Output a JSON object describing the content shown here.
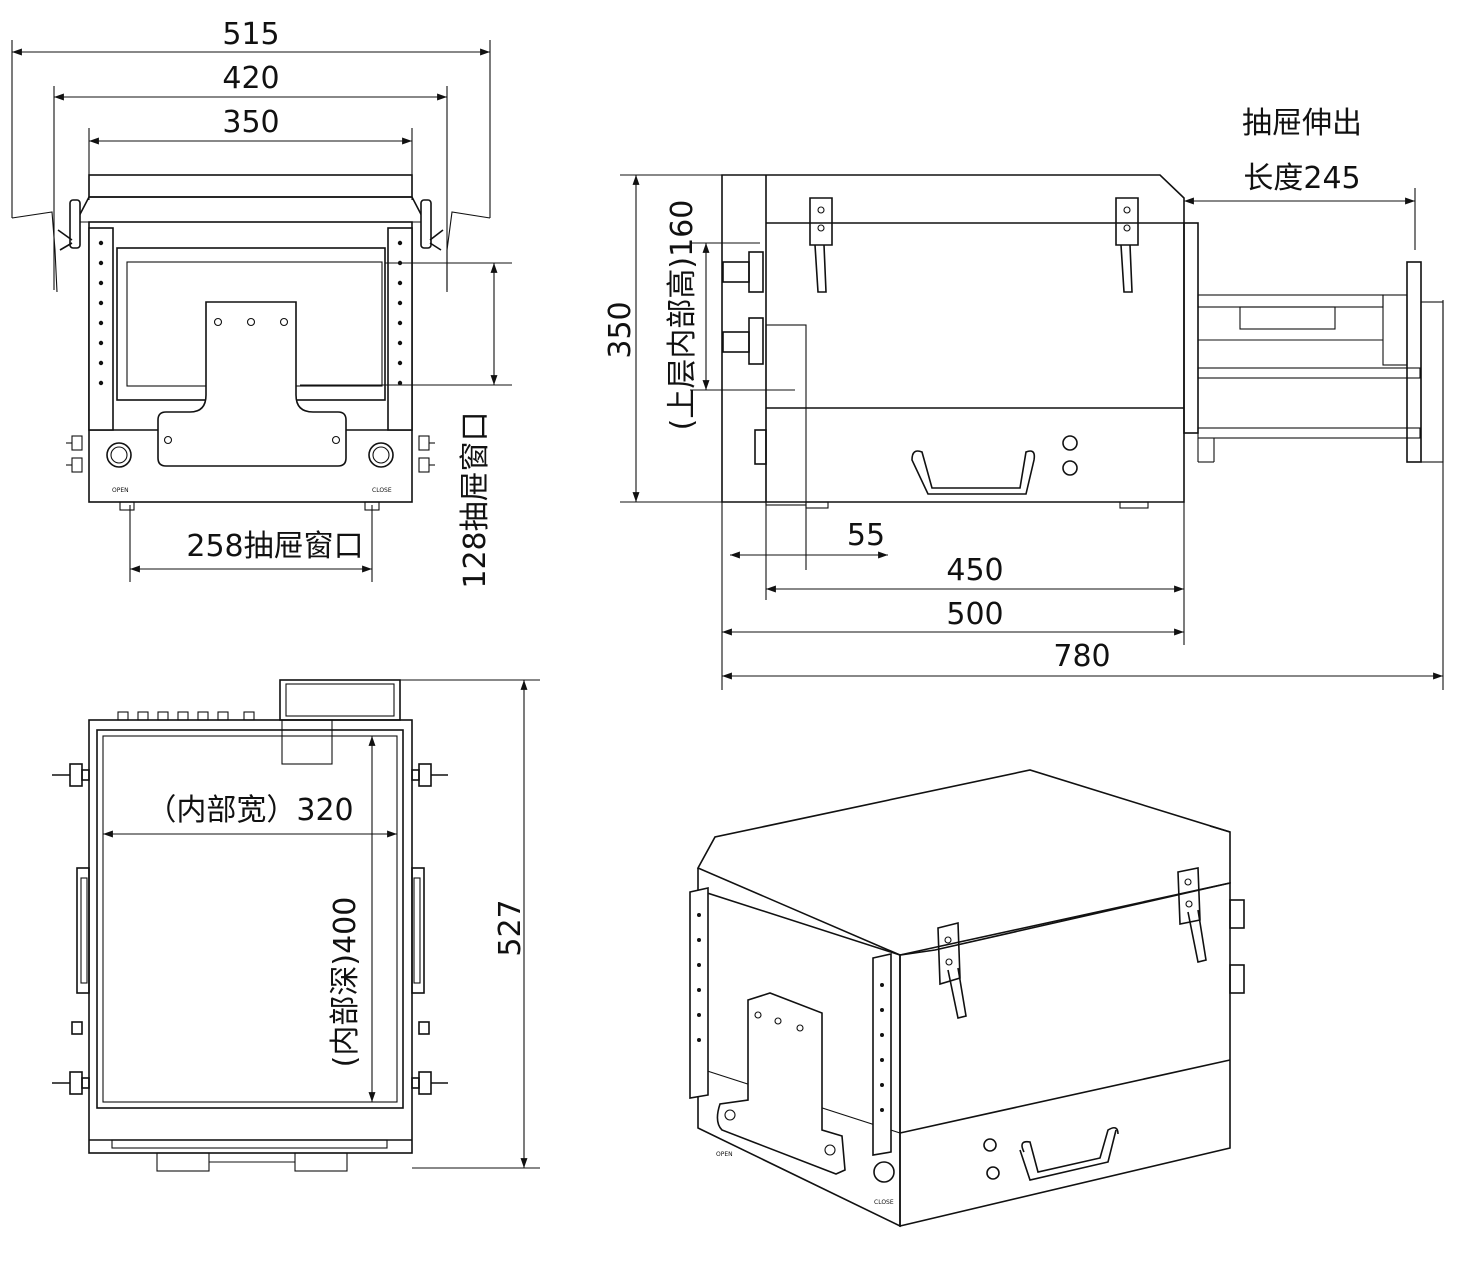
{
  "front_view": {
    "dim_width_515": "515",
    "dim_width_420": "420",
    "dim_width_350": "350",
    "dim_drawer_window_width": "258抽屉窗口",
    "dim_drawer_window_height": "128抽屉窗口",
    "label_open": "OPEN",
    "label_close": "CLOSE"
  },
  "side_view": {
    "dim_drawer_extension": [
      "抽屉伸出",
      "长度245"
    ],
    "dim_height_350": "350",
    "dim_upper_inner_height": "(上层内部高)160",
    "dim_55": "55",
    "dim_450": "450",
    "dim_500": "500",
    "dim_780": "780"
  },
  "top_view": {
    "dim_inner_width": "（内部宽）320",
    "dim_inner_depth": "(内部深)400",
    "dim_527": "527"
  },
  "iso_view": {
    "label_open": "OPEN",
    "label_close": "CLOSE"
  },
  "colors": {
    "line": "#111111",
    "background": "#ffffff"
  }
}
